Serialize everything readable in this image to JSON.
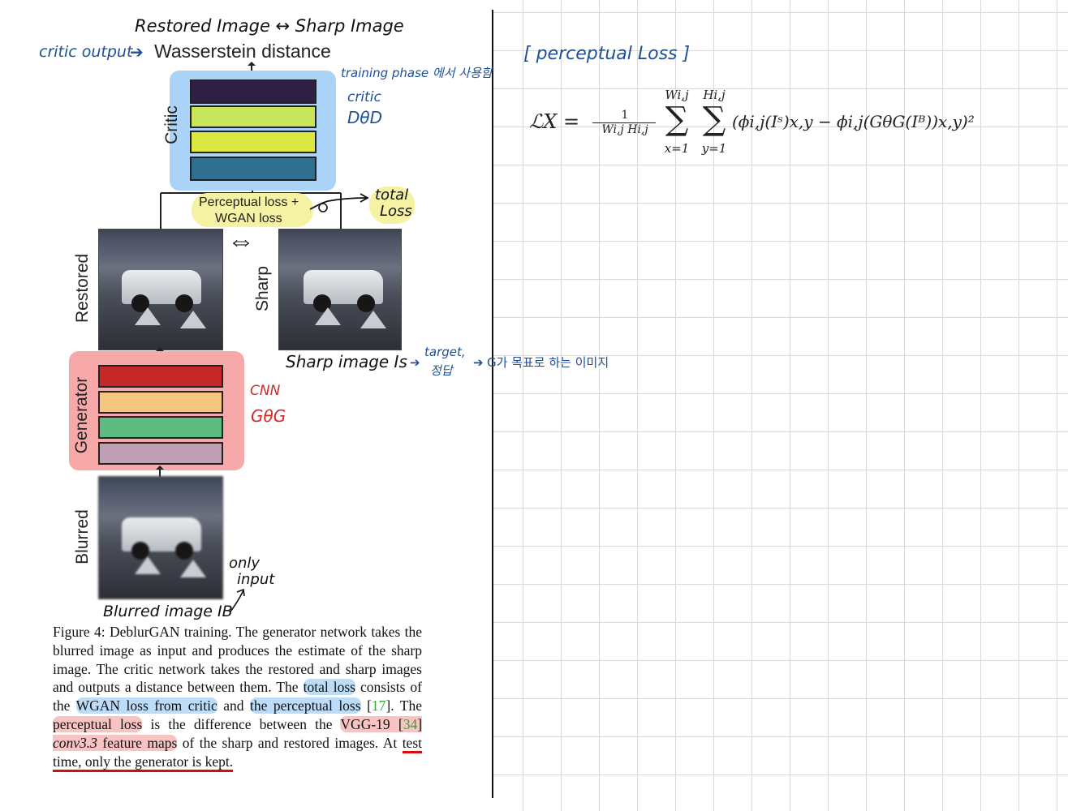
{
  "figure": {
    "title_top": "Restored Image ↔ Sharp Image",
    "critic_output": "critic output",
    "wasserstein": "Wasserstein distance",
    "critic_label": "Critic",
    "training_phase": "training phase 에서 사용함",
    "critic_note": "critic",
    "critic_symbol": "DθD",
    "loss_label_1": "Perceptual loss +",
    "loss_label_2": "WGAN loss",
    "total_loss_1": "total",
    "total_loss_2": "Loss",
    "restored_label": "Restored",
    "sharp_label": "Sharp",
    "sharp_image_note": "Sharp image  Is",
    "target_note": "target,",
    "target_note_2": "정답",
    "g_goal_note": "G가 목표로 하는 이미지",
    "generator_label": "Generator",
    "cnn_note": "CNN",
    "generator_symbol": "GθG",
    "blurred_label": "Blurred",
    "only_input_1": "only",
    "only_input_2": "input",
    "blurred_image_note": "Blurred image  IB",
    "colors": {
      "critic_bg": "#aad3f7",
      "generator_bg": "#f7a9a9",
      "critic_layers": [
        "#2f1f45",
        "#c6e55a",
        "#dbe83f",
        "#2f6f8f"
      ],
      "generator_layers": [
        "#c62828",
        "#f8c57f",
        "#5dbb7e",
        "#bfa0b3"
      ],
      "highlight_blue": "#bcdcf7",
      "highlight_red": "#f7c3c3",
      "ink_blue": "#1d4f9a",
      "ink_red": "#d12a2a"
    }
  },
  "caption": {
    "p1": "Figure 4:  DeblurGAN training.  The generator network takes the blurred image as input and produces the estimate of the sharp image.  The critic network takes the restored and sharp images and outputs a distance between them.  The",
    "hl_total": "total loss",
    "p2": " consists of the ",
    "hl_wgan": "WGAN loss from critic",
    "p3": " and ",
    "hl_perc": "the perceptual loss",
    "p4": " [",
    "ref17": "17",
    "p5": "].  The ",
    "hl_perc2": "perceptual loss",
    "p6": " is the difference between the ",
    "hl_vgg_a": "VGG-19 [",
    "ref34": "34",
    "hl_vgg_b": "] ",
    "hl_conv": "conv3.3",
    "hl_vgg_c": " feature maps",
    "p7": " of the sharp and restored images. At ",
    "ul_text": "test time, only the generator is kept."
  },
  "notes": {
    "perceptual_title": "[ perceptual Loss ]",
    "formula": {
      "lhs": "ℒX = ",
      "num": "1",
      "den": "Wi,j Hi,j",
      "sum1_top": "Wi,j",
      "sum1_bot": "x=1",
      "sum2_top": "Hi,j",
      "sum2_bot": "y=1",
      "body": "(ϕi,j(Iˢ)x,y − ϕi,j(GθG(Iᴮ))x,y)²"
    }
  }
}
